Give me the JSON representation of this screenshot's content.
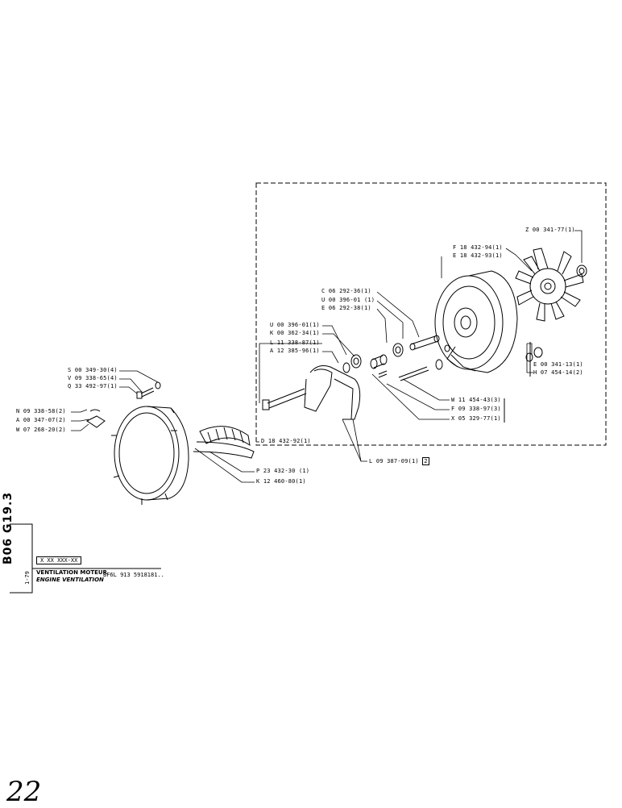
{
  "labels": {
    "z": "Z 00 341-77(1)",
    "f1": "F 18 432-94(1)",
    "e1": "E 18 432-93(1)",
    "c": "C 06 292-36(1)",
    "u1": "U 00 396-01 (1)",
    "e2": "E 06 292-38(1)",
    "u2": "U 00 396-01(1)",
    "k1": "K 00 362-34(1)",
    "l1": "L 11 338-87(1)",
    "a1": "A 12 385-96(1)",
    "s": "S 00 349-30(4)",
    "v": "V 09 338-65(4)",
    "q": "Q 33 492-97(1)",
    "n": "N 09 338-58(2)",
    "a2": "A 00 347-07(2)",
    "w1": "W 07 268-20(2)",
    "e3": "E 00 341-13(1)",
    "h": "H 07 454-14(2)",
    "w2": "W 11 454-43(3)",
    "f2": "F 09 338-97(3)",
    "x": "X 05 329-77(1)",
    "d": "D 18 432-92(1)",
    "l2": "L 09 387-09(1)",
    "l2_box": "2",
    "p": "P 23 432-30 (1)",
    "k2": "K 12 460-80(1)"
  },
  "title": {
    "side_code": "B06 G19.3",
    "side_date": "1-79",
    "code_box": "X XX XXX-XX",
    "name_fr": "VENTILATION MOTEUR",
    "name_en": "ENGINE VENTILATION",
    "engine": "BF6L 913 5918181.."
  },
  "page_number": "22"
}
